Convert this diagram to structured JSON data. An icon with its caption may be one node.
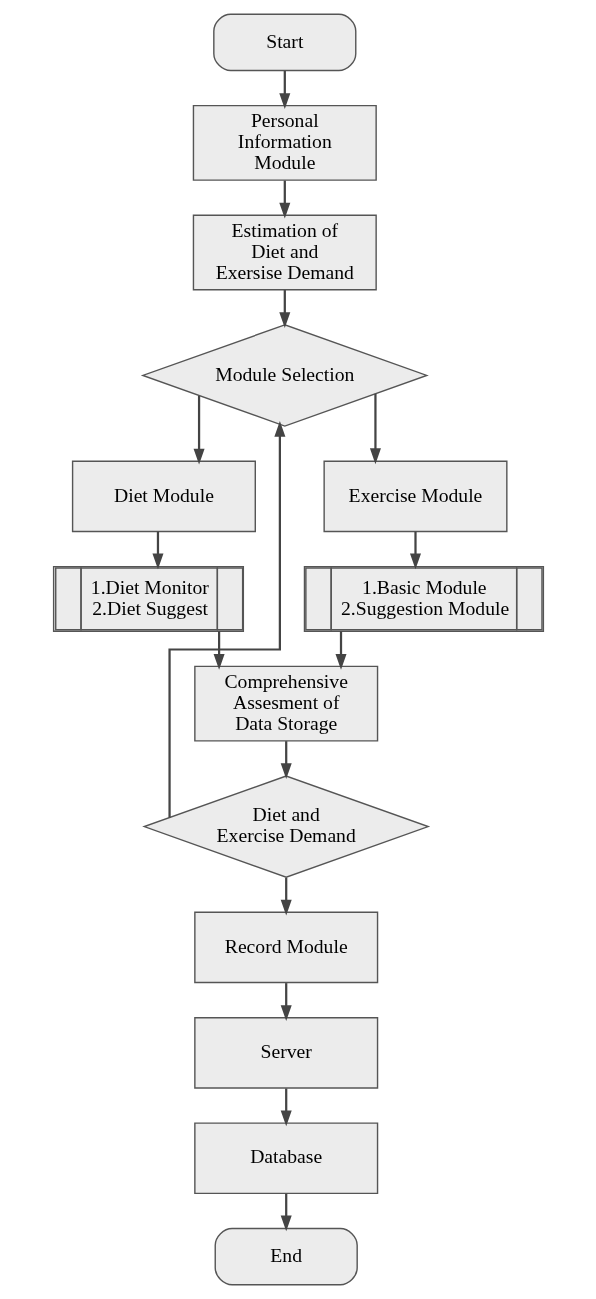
{
  "diagram": {
    "nodes": [
      {
        "text": [
          "Start"
        ]
      },
      {
        "text": [
          "Personal Information Module"
        ]
      },
      {
        "text": [
          "Estimation of Diet and Exersise Demand"
        ]
      },
      {
        "text": [
          "Module Selection"
        ]
      },
      {
        "text": [
          "Diet Module"
        ]
      },
      {
        "text": [
          "Exercise Module"
        ]
      },
      {
        "text": [
          "1.Diet Monitor",
          "2.Diet Suggest"
        ]
      },
      {
        "text": [
          "1.Basic Module",
          "2.Suggestion Module"
        ]
      },
      {
        "text": [
          "Comprehensive Assesment of Data Storage"
        ]
      },
      {
        "text": [
          "Diet and Exercise Demand"
        ]
      },
      {
        "text": [
          "Record Module"
        ]
      },
      {
        "text": [
          "Server"
        ]
      },
      {
        "text": [
          "Database"
        ]
      },
      {
        "text": [
          "End"
        ]
      }
    ],
    "edges": [
      {
        "from": 0,
        "to": 1,
        "arrow": "to"
      },
      {
        "from": 1,
        "to": 2,
        "arrow": "to"
      },
      {
        "from": 2,
        "to": 3,
        "arrow": "to"
      },
      {
        "from": 3,
        "to": 4,
        "arrow": "to"
      },
      {
        "from": 3,
        "to": 5,
        "arrow": "to"
      },
      {
        "from": 4,
        "to": 6,
        "arrow": "to"
      },
      {
        "from": 5,
        "to": 7,
        "arrow": "to"
      },
      {
        "from": 6,
        "to": 8,
        "arrow": "to"
      },
      {
        "from": 7,
        "to": 8,
        "arrow": "to"
      },
      {
        "from": 8,
        "to": 9,
        "arrow": "to"
      },
      {
        "from": 9,
        "to": 3,
        "arrow": "to"
      },
      {
        "from": 9,
        "to": 10,
        "arrow": "to"
      },
      {
        "from": 10,
        "to": 11,
        "arrow": "to"
      },
      {
        "from": 11,
        "to": 12,
        "arrow": "to"
      },
      {
        "from": 12,
        "to": 13,
        "arrow": "to"
      }
    ]
  }
}
